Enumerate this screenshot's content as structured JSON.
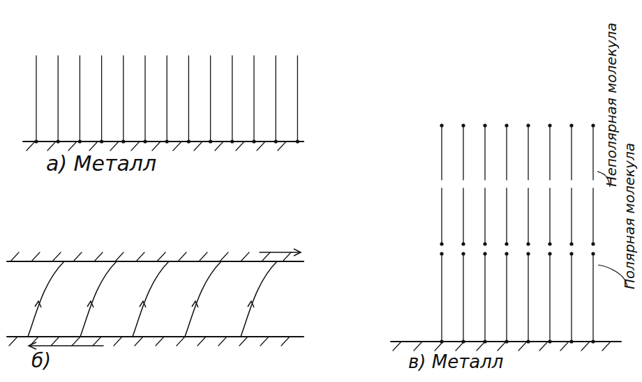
{
  "diagram": {
    "labels": [
      "а) Металл",
      "б)",
      "в) Металл",
      "Неполярная молекула",
      "Полярная молекула"
    ]
  }
}
